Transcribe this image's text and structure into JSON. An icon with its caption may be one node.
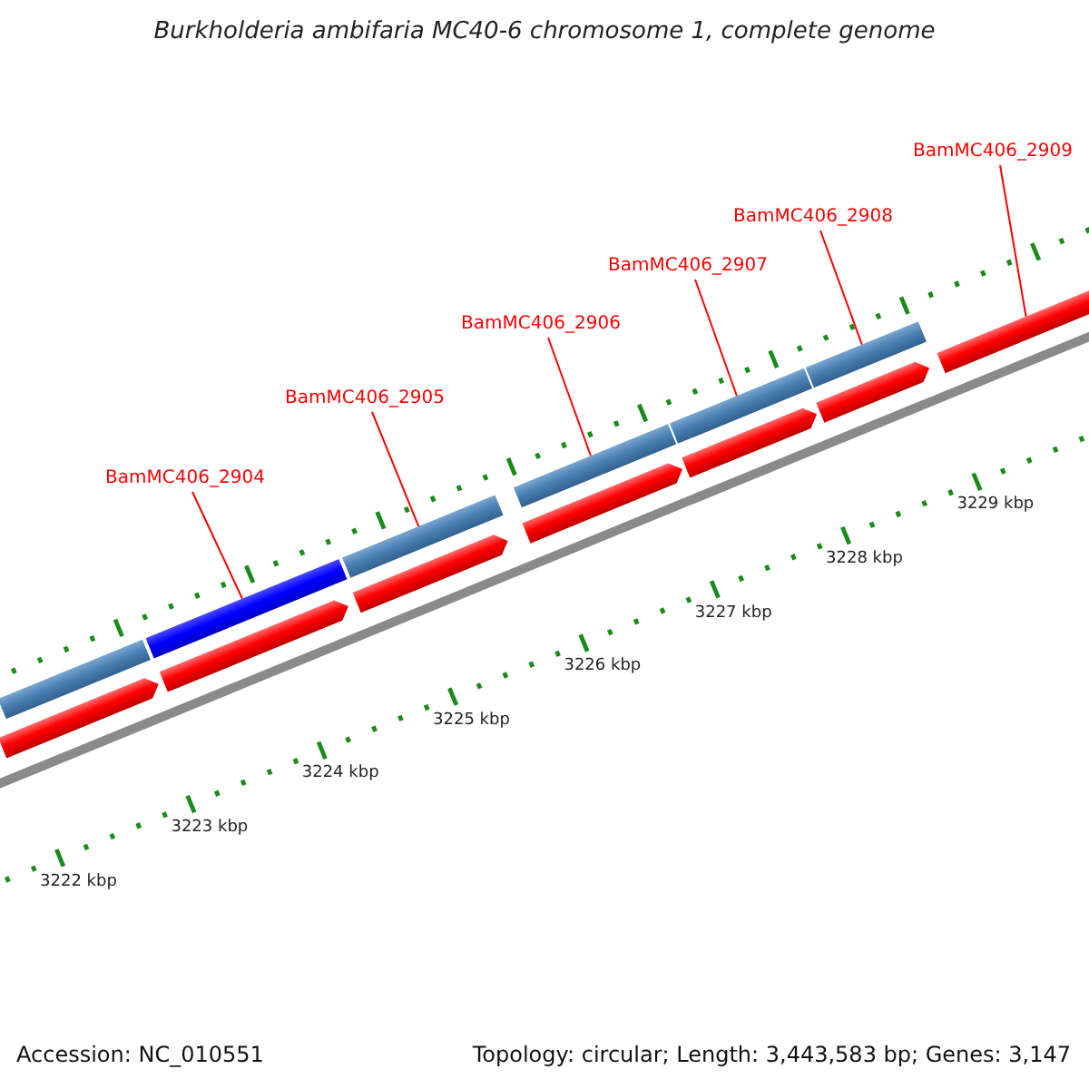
{
  "diagram": {
    "title": "Burkholderia ambifaria MC40-6 chromosome 1, complete genome",
    "nodes": [
      {
        "text": [
          "BamMC406_2904"
        ]
      },
      {
        "text": [
          "BamMC406_2905"
        ]
      },
      {
        "text": [
          "BamMC406_2906"
        ]
      },
      {
        "text": [
          "BamMC406_2907"
        ]
      },
      {
        "text": [
          "BamMC406_2908"
        ]
      },
      {
        "text": [
          "BamMC406_2909"
        ]
      },
      {
        "text": [],
        "shape": "bar"
      },
      {
        "text": [],
        "shape": "bar"
      },
      {
        "text": [],
        "shape": "bar"
      },
      {
        "text": [],
        "shape": "bar"
      },
      {
        "text": [],
        "shape": "bar"
      },
      {
        "text": [],
        "shape": "bar"
      },
      {
        "text": [],
        "shape": "arrow"
      },
      {
        "text": [],
        "shape": "arrow"
      },
      {
        "text": [],
        "shape": "arrow"
      },
      {
        "text": [],
        "shape": "arrow"
      },
      {
        "text": [],
        "shape": "arrow"
      },
      {
        "text": [],
        "shape": "arrow"
      },
      {
        "text": [],
        "shape": "arrow"
      }
    ],
    "edges": [
      {
        "from": 0,
        "to": 7,
        "arrow": "none"
      },
      {
        "from": 1,
        "to": 8,
        "arrow": "none"
      },
      {
        "from": 2,
        "to": 9,
        "arrow": "none"
      },
      {
        "from": 3,
        "to": 10,
        "arrow": "none"
      },
      {
        "from": 4,
        "to": 11,
        "arrow": "none"
      },
      {
        "from": 5,
        "to": 18,
        "arrow": "none"
      }
    ],
    "labels": [
      "3222 kbp",
      "3223 kbp",
      "3224 kbp",
      "3225 kbp",
      "3226 kbp",
      "3227 kbp",
      "3228 kbp",
      "3229 kbp",
      "Accession: NC_010551",
      "Topology: circular; Length: 3,443,583 bp; Genes: 3,147"
    ]
  }
}
